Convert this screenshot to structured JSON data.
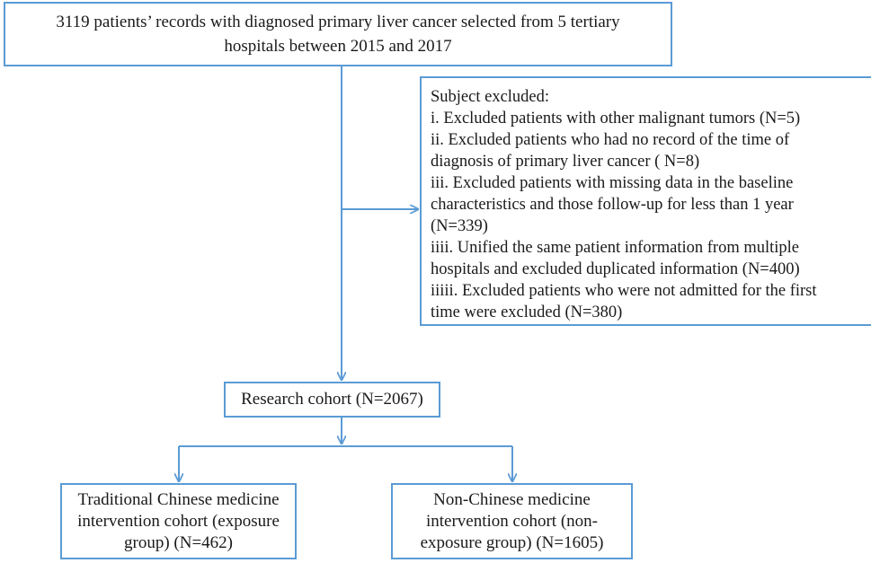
{
  "flowchart": {
    "source_box": {
      "line1": "3119 patients’ records with  diagnosed primary liver cancer  selected from 5 tertiary",
      "line2": "hospitals between 2015 and 2017"
    },
    "exclusion_box": {
      "lines": [
        "Subject excluded:",
        "i. Excluded patients with other malignant tumors (N=5)",
        "ii. Excluded patients who had no record of the time of",
        "diagnosis of primary liver cancer ( N=8)",
        "iii. Excluded patients with missing data in the baseline",
        "characteristics and those follow-up for less than 1 year",
        "(N=339)",
        "iiii. Unified the same patient information from multiple",
        "hospitals and excluded duplicated information (N=400)",
        "iiiii. Excluded patients who were not admitted for the first",
        "time were excluded (N=380)"
      ]
    },
    "cohort_box": {
      "label": "Research cohort (N=2067)"
    },
    "tcm_box": {
      "lines": [
        "Traditional Chinese medicine",
        "intervention cohort (exposure",
        "group) (N=462)"
      ]
    },
    "non_tcm_box": {
      "lines": [
        "Non-Chinese medicine",
        "intervention cohort (non-",
        "exposure group) (N=1605)"
      ]
    },
    "colors": {
      "box_border": "#5b9bd5",
      "arrow": "#5b9bd5",
      "text": "#1a1a1a"
    }
  }
}
